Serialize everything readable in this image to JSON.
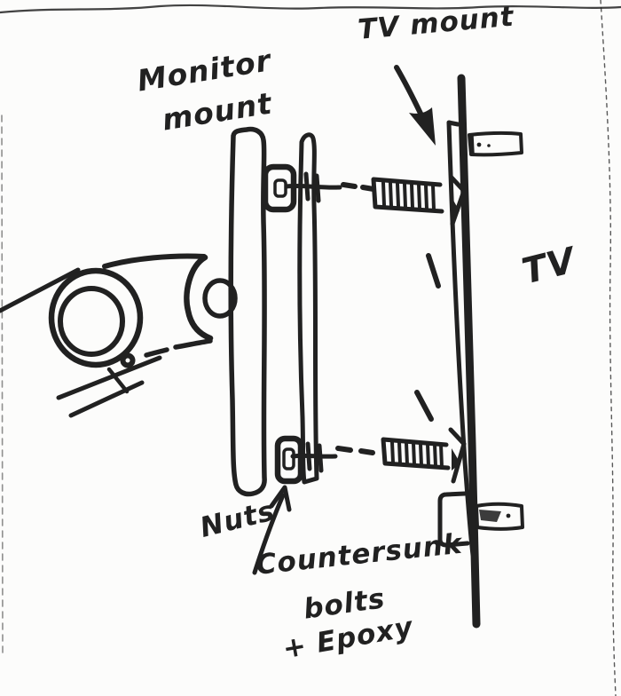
{
  "sketch": {
    "labels": {
      "monitor_mount_line1": "Monitor",
      "monitor_mount_line2": "mount",
      "tv_mount": "TV mount",
      "tv": "TV",
      "nuts": "Nuts",
      "countersunk_line1": "Countersunk",
      "countersunk_line2": "bolts",
      "countersunk_line3": "+ Epoxy"
    },
    "colors": {
      "ink": "#212121",
      "paper": "#fcfcfb",
      "paper_edge": "#a8a8a8"
    }
  }
}
